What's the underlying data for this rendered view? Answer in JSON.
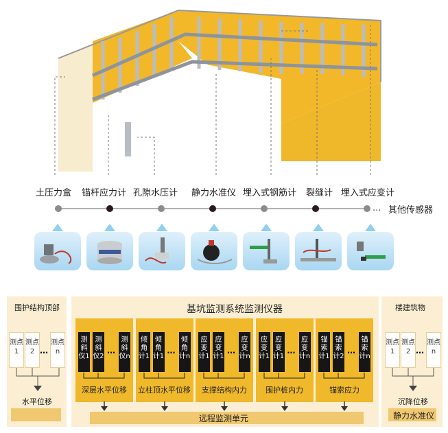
{
  "sensors": {
    "labels": [
      "土压力盒",
      "锚杆应力计",
      "孔隙水压计",
      "静力水准仪",
      "埋入式钢筋计",
      "裂缝计",
      "埋入式应变计"
    ],
    "other": "其他传感器",
    "ellipsis": "..."
  },
  "left_panel": {
    "title": "围护结构顶部",
    "points": [
      "测点1",
      "测点2",
      "测点n"
    ],
    "dots": "…",
    "measure": "水平位移"
  },
  "center_panel": {
    "title": "基坑监测系统监测仪器",
    "groups": [
      {
        "devices": [
          "测斜仪1",
          "测斜仪2",
          "测斜仪n"
        ],
        "label": "深层水平位移"
      },
      {
        "devices": [
          "倾角计1",
          "倾角计1",
          "倾角计n"
        ],
        "label": "立柱顶水平位移"
      },
      {
        "devices": [
          "应变计1",
          "应变计1",
          "应变计n"
        ],
        "label": "支撑结构内力"
      },
      {
        "devices": [
          "应变计1",
          "应变计1",
          "应变计n"
        ],
        "label": "围护桩内力"
      },
      {
        "devices": [
          "锚索计1",
          "锚索计2",
          "锚索计n"
        ],
        "label": "锚索应力"
      }
    ],
    "dots": "…",
    "remote": "远程监测单元"
  },
  "right_panel": {
    "title": "楼建筑物",
    "points": [
      "测点1",
      "测点2",
      "测点n"
    ],
    "dots": "…",
    "measure": "沉降位移",
    "instrument": "静力水准仪"
  },
  "colors": {
    "yellow": "#f0b92b",
    "panel": "#fbeed2",
    "dark": "#161616",
    "bar": "#f0c870",
    "blue": "#8fd0f0"
  }
}
